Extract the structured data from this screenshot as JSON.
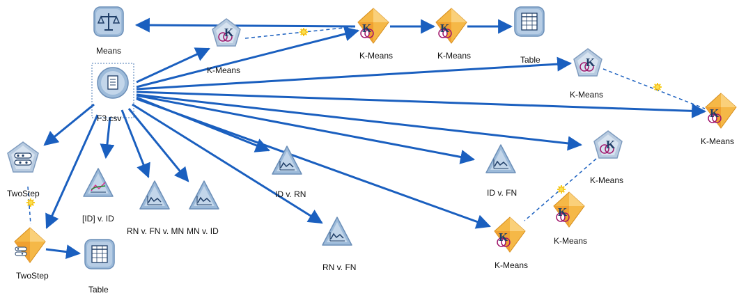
{
  "nodes": {
    "means": {
      "label": "Means",
      "icon": "scales-icon",
      "type": "source-blue"
    },
    "f3csv": {
      "label": "F3.csv",
      "icon": "document-icon",
      "type": "source-circle"
    },
    "kmeans_model_1": {
      "label": "K-Means",
      "icon": "kmeans-model-icon",
      "type": "model-pentagon"
    },
    "kmeans_nugget_1": {
      "label": "K-Means",
      "icon": "kmeans-nugget-icon",
      "type": "nugget-diamond"
    },
    "kmeans_nugget_2": {
      "label": "K-Means",
      "icon": "kmeans-nugget-icon",
      "type": "nugget-diamond"
    },
    "table_top": {
      "label": "Table",
      "icon": "table-icon",
      "type": "output-square"
    },
    "kmeans_model_2": {
      "label": "K-Means",
      "icon": "kmeans-model-icon",
      "type": "model-pentagon"
    },
    "kmeans_nugget_3": {
      "label": "K-Means",
      "icon": "kmeans-nugget-icon",
      "type": "nugget-diamond"
    },
    "kmeans_model_3": {
      "label": "K-Means",
      "icon": "kmeans-model-icon",
      "type": "model-pentagon"
    },
    "kmeans_nugget_4": {
      "label": "K-Means",
      "icon": "kmeans-nugget-icon",
      "type": "nugget-diamond"
    },
    "kmeans_nugget_5": {
      "label": "K-Means",
      "icon": "kmeans-nugget-icon",
      "type": "nugget-diamond"
    },
    "twostep_model": {
      "label": "TwoStep",
      "icon": "twostep-model-icon",
      "type": "model-pentagon"
    },
    "twostep_nugget": {
      "label": "TwoStep",
      "icon": "twostep-nugget-icon",
      "type": "nugget-diamond"
    },
    "table_bottom": {
      "label": "Table",
      "icon": "table-icon",
      "type": "output-square"
    },
    "plot_id_id": {
      "label": "[ID] v. ID",
      "icon": "multiplot-icon",
      "type": "graph-triangle"
    },
    "plot_rn_fn_mn": {
      "label": "RN v. FN v. MN",
      "icon": "plot-icon",
      "type": "graph-triangle"
    },
    "plot_mn_id": {
      "label": "MN v. ID",
      "icon": "plot-icon",
      "type": "graph-triangle"
    },
    "plot_id_rn": {
      "label": "ID v. RN",
      "icon": "plot-icon",
      "type": "graph-triangle"
    },
    "plot_rn_fn": {
      "label": "RN v. FN",
      "icon": "plot-icon",
      "type": "graph-triangle"
    },
    "plot_id_fn": {
      "label": "ID v. FN",
      "icon": "plot-icon",
      "type": "graph-triangle"
    }
  },
  "colors": {
    "link": "#1a5fbf",
    "source_fill": "#9cbad9",
    "nugget_fill": "#f5b847",
    "nugget_dark": "#e08a10",
    "model_fill": "#b8cbe0",
    "link_dashed": "#1a5fbf",
    "selection": "#4a78b5"
  }
}
